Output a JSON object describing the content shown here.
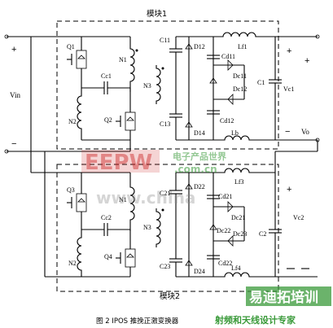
{
  "module1": {
    "title": "模块1"
  },
  "module2": {
    "title": "模块2"
  },
  "caption": "图 2 IPOS 推挽正激变换器",
  "input": {
    "label": "Vin",
    "plus": "+",
    "minus": "−"
  },
  "top": {
    "transistors": [
      "Q1",
      "Q2"
    ],
    "primary": "N1",
    "secondary": "N2",
    "tertiary": "N3",
    "clamp_cap": "Cc1",
    "caps": [
      "C11",
      "C13",
      "Cd11",
      "Cd12",
      "C1"
    ],
    "diodes": [
      "D12",
      "D14",
      "Dc11",
      "Dc12"
    ],
    "inductors": [
      "Lf1",
      "Lb"
    ],
    "output": "Vc1"
  },
  "bottom": {
    "transistors": [
      "Q3",
      "Q4"
    ],
    "primary": "N1",
    "secondary": "N2",
    "tertiary": "N3",
    "clamp_cap": "Cc2",
    "caps": [
      "C21",
      "C23",
      "Cd21",
      "Cd22",
      "C2"
    ],
    "diodes": [
      "D22",
      "D24",
      "Dc21",
      "Dc22",
      "Dc23"
    ],
    "inductors": [
      "Lf3",
      "Lf4"
    ],
    "output": "Vc2"
  },
  "output": {
    "label": "Vo",
    "plus": "+",
    "minus": "−"
  },
  "watermarks": {
    "eepw": "EEPW",
    "eepw_cn": "电子产品世界",
    "eepw_url": ".com.cn",
    "china": "www.china",
    "training": "易迪拓培训",
    "training_sub": "射频和天线设计专家"
  },
  "colors": {
    "line": "#000000",
    "watermark_red": "#cc2222",
    "watermark_green": "#3a9a3a"
  }
}
